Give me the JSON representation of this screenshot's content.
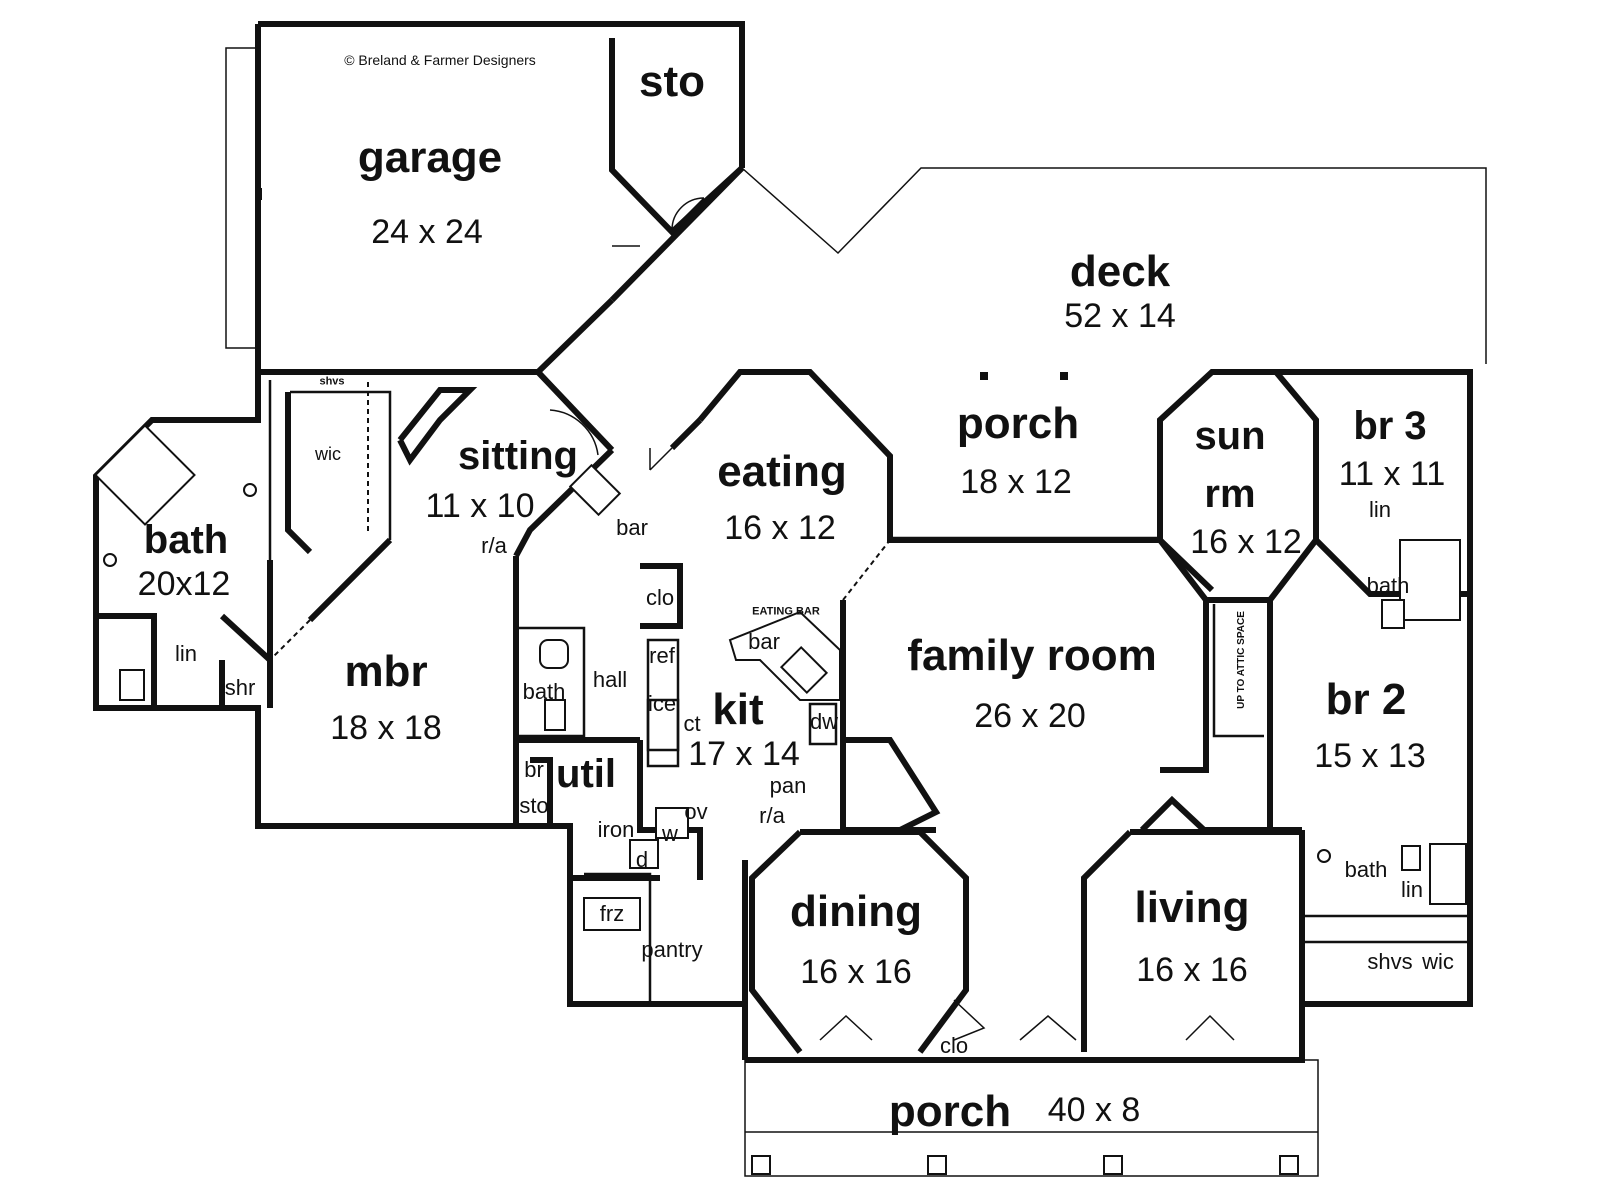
{
  "credit": "© Breland & Farmer Designers",
  "rooms": {
    "garage": {
      "name": "garage",
      "dim": "24 x 24"
    },
    "sto": {
      "name": "sto"
    },
    "deck": {
      "name": "deck",
      "dim": "52 x 14"
    },
    "porch_rear": {
      "name": "porch",
      "dim": "18 x 12"
    },
    "sun_rm": {
      "name_line1": "sun",
      "name_line2": "rm",
      "dim": "16 x 12"
    },
    "br3": {
      "name": "br 3",
      "dim": "11 x 11"
    },
    "sitting": {
      "name": "sitting",
      "dim": "11 x 10"
    },
    "eating": {
      "name": "eating",
      "dim": "16 x 12"
    },
    "master_bath": {
      "name": "bath",
      "dim": "20x12"
    },
    "mbr": {
      "name": "mbr",
      "dim": "18 x 18"
    },
    "kit": {
      "name": "kit",
      "dim": "17 x 14"
    },
    "family_room": {
      "name": "family room",
      "dim": "26 x 20"
    },
    "br2": {
      "name": "br 2",
      "dim": "15 x 13"
    },
    "util": {
      "name": "util"
    },
    "dining": {
      "name": "dining",
      "dim": "16 x 16"
    },
    "living": {
      "name": "living",
      "dim": "16 x 16"
    },
    "porch_front": {
      "name": "porch",
      "dim": "40 x 8"
    }
  },
  "labels": {
    "wic_master": "wic",
    "shvs_master": "shvs",
    "lin_master": "lin",
    "shr": "shr",
    "r_a_sitting": "r/a",
    "bar_sitting": "bar",
    "clo_hall": "clo",
    "eating_bar": "EATING BAR",
    "bar_kit": "bar",
    "ref": "ref",
    "ice": "ice",
    "ct": "ct",
    "dw": "dw",
    "pan": "pan",
    "r_a_kit": "r/a",
    "ov": "ov",
    "hall_bath": "bath",
    "hall": "hall",
    "br_small": "br",
    "sto_small": "sto",
    "iron": "iron",
    "w": "w",
    "d": "d",
    "frz": "frz",
    "pantry": "pantry",
    "clo_front": "clo",
    "attic": "UP TO ATTIC SPACE",
    "lin_br3": "lin",
    "bath_br3": "bath",
    "bath_br2": "bath",
    "lin_br2": "lin",
    "shvs_br2": "shvs",
    "wic_br2": "wic"
  }
}
